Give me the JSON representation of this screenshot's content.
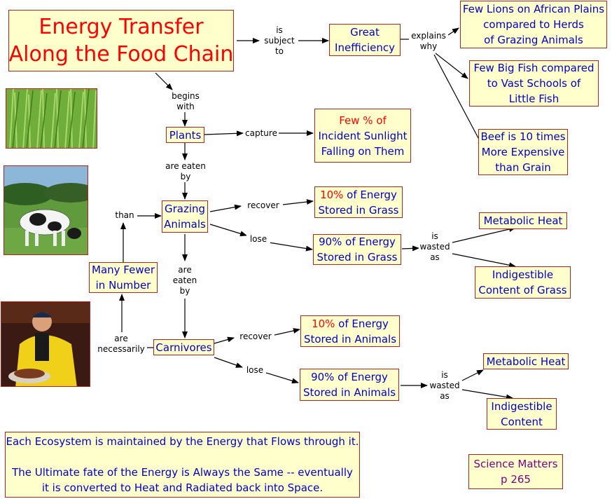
{
  "title": {
    "line1": "Energy Transfer",
    "line2": "Along the Food Chain"
  },
  "nodes": {
    "great_inefficiency": {
      "line1": "Great",
      "line2": "Inefficiency"
    },
    "lions": {
      "line1": "Few Lions on African Plains",
      "line2": "compared to Herds",
      "line3": "of Grazing Animals"
    },
    "fish": {
      "line1": "Few Big Fish compared",
      "line2": "to Vast Schools of",
      "line3": "Little Fish"
    },
    "beef": {
      "line1": "Beef is 10 times",
      "line2": "More Expensive",
      "line3": "than Grain"
    },
    "plants": {
      "label": "Plants"
    },
    "sunlight": {
      "red": "Few %",
      "line1_rest": " of",
      "line2": "Incident Sunlight",
      "line3": "Falling on Them"
    },
    "grazing": {
      "line1": "Grazing",
      "line2": "Animals"
    },
    "recover_grass": {
      "red": "10%",
      "line1_rest": " of Energy",
      "line2": "Stored in Grass"
    },
    "lose_grass": {
      "line1": "90% of Energy",
      "line2": "Stored in Grass"
    },
    "metabolic_heat_1": {
      "label": "Metabolic Heat"
    },
    "indigestible_grass": {
      "line1": "Indigestible",
      "line2": "Content of Grass"
    },
    "many_fewer": {
      "line1": "Many Fewer",
      "line2": "in Number"
    },
    "carnivores": {
      "label": "Carnivores"
    },
    "recover_animals": {
      "red": "10%",
      "line1_rest": " of Energy",
      "line2": "Stored in Animals"
    },
    "lose_animals": {
      "line1": "90% of Energy",
      "line2": "Stored in Animals"
    },
    "metabolic_heat_2": {
      "label": "Metabolic Heat"
    },
    "indigestible_content": {
      "line1": "Indigestible",
      "line2": "Content"
    }
  },
  "links": {
    "is_subject_to": {
      "line1": "is",
      "line2": "subject",
      "line3": "to"
    },
    "explains_why": {
      "line1": "explains",
      "line2": "why"
    },
    "begins_with": {
      "line1": "begins",
      "line2": "with"
    },
    "capture": "capture",
    "are_eaten_by_1": {
      "line1": "are eaten",
      "line2": "by"
    },
    "than": "than",
    "recover_1": "recover",
    "lose_1": "lose",
    "is_wasted_as_1": {
      "line1": "is",
      "line2": "wasted",
      "line3": "as"
    },
    "are_eaten_by_2": {
      "line1": "are",
      "line2": "eaten",
      "line3": "by"
    },
    "are_necessarily": {
      "line1": "are",
      "line2": "necessarily"
    },
    "recover_2": "recover",
    "lose_2": "lose",
    "is_wasted_as_2": {
      "line1": "is",
      "line2": "wasted",
      "line3": "as"
    }
  },
  "note": {
    "line1": "Each Ecosystem is maintained by the Energy that Flows through it.",
    "line2": "The Ultimate fate of the Energy is Always the Same -- eventually",
    "line3": "it is converted to Heat and Radiated back into Space."
  },
  "source": {
    "line1": "Science Matters",
    "line2": "p 265"
  },
  "photos": [
    "grass-photo",
    "cow-photo",
    "person-eating-photo"
  ],
  "colors": {
    "node_fill": "#ffffcc",
    "node_border": "#b22222",
    "text_blue": "#0000cc",
    "text_red": "#ff0000",
    "source_purple": "#800080"
  }
}
